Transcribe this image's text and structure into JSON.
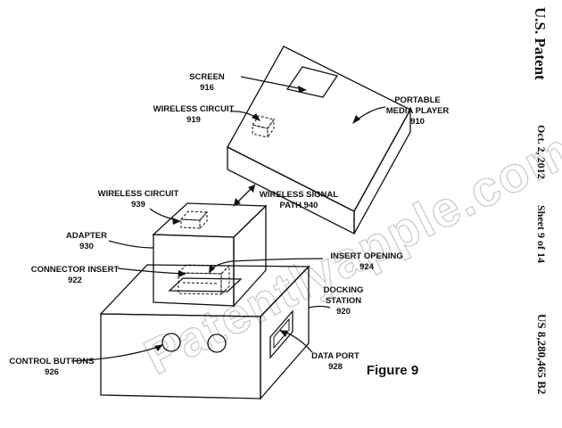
{
  "header": {
    "patent_label": "U.S. Patent",
    "date": "Oct. 2, 2012",
    "sheet": "Sheet 9 of 14",
    "patent_number": "US 8,280,465 B2"
  },
  "figure_label": "Figure 9",
  "watermark": "Patentlyapple.com",
  "labels": {
    "screen": {
      "name": "SCREEN",
      "ref": "916"
    },
    "wireless_circuit_player": {
      "name": "WIRELESS CIRCUIT",
      "ref": "919"
    },
    "portable_media_player": {
      "line1": "PORTABLE",
      "line2": "MEDIA PLAYER",
      "ref": "910"
    },
    "wireless_circuit_adapter": {
      "name": "WIRELESS CIRCUIT",
      "ref": "939"
    },
    "wireless_signal_path": {
      "line1": "WIRELESS SIGNAL",
      "line2": "PATH 940"
    },
    "adapter": {
      "name": "ADAPTER",
      "ref": "930"
    },
    "connector_insert": {
      "name": "CONNECTOR INSERT",
      "ref": "922"
    },
    "insert_opening": {
      "name": "INSERT OPENING",
      "ref": "924"
    },
    "docking_station": {
      "line1": "DOCKING",
      "line2": "STATION",
      "ref": "920"
    },
    "control_buttons": {
      "name": "CONTROL BUTTONS",
      "ref": "926"
    },
    "data_port": {
      "name": "DATA PORT",
      "ref": "928"
    }
  }
}
